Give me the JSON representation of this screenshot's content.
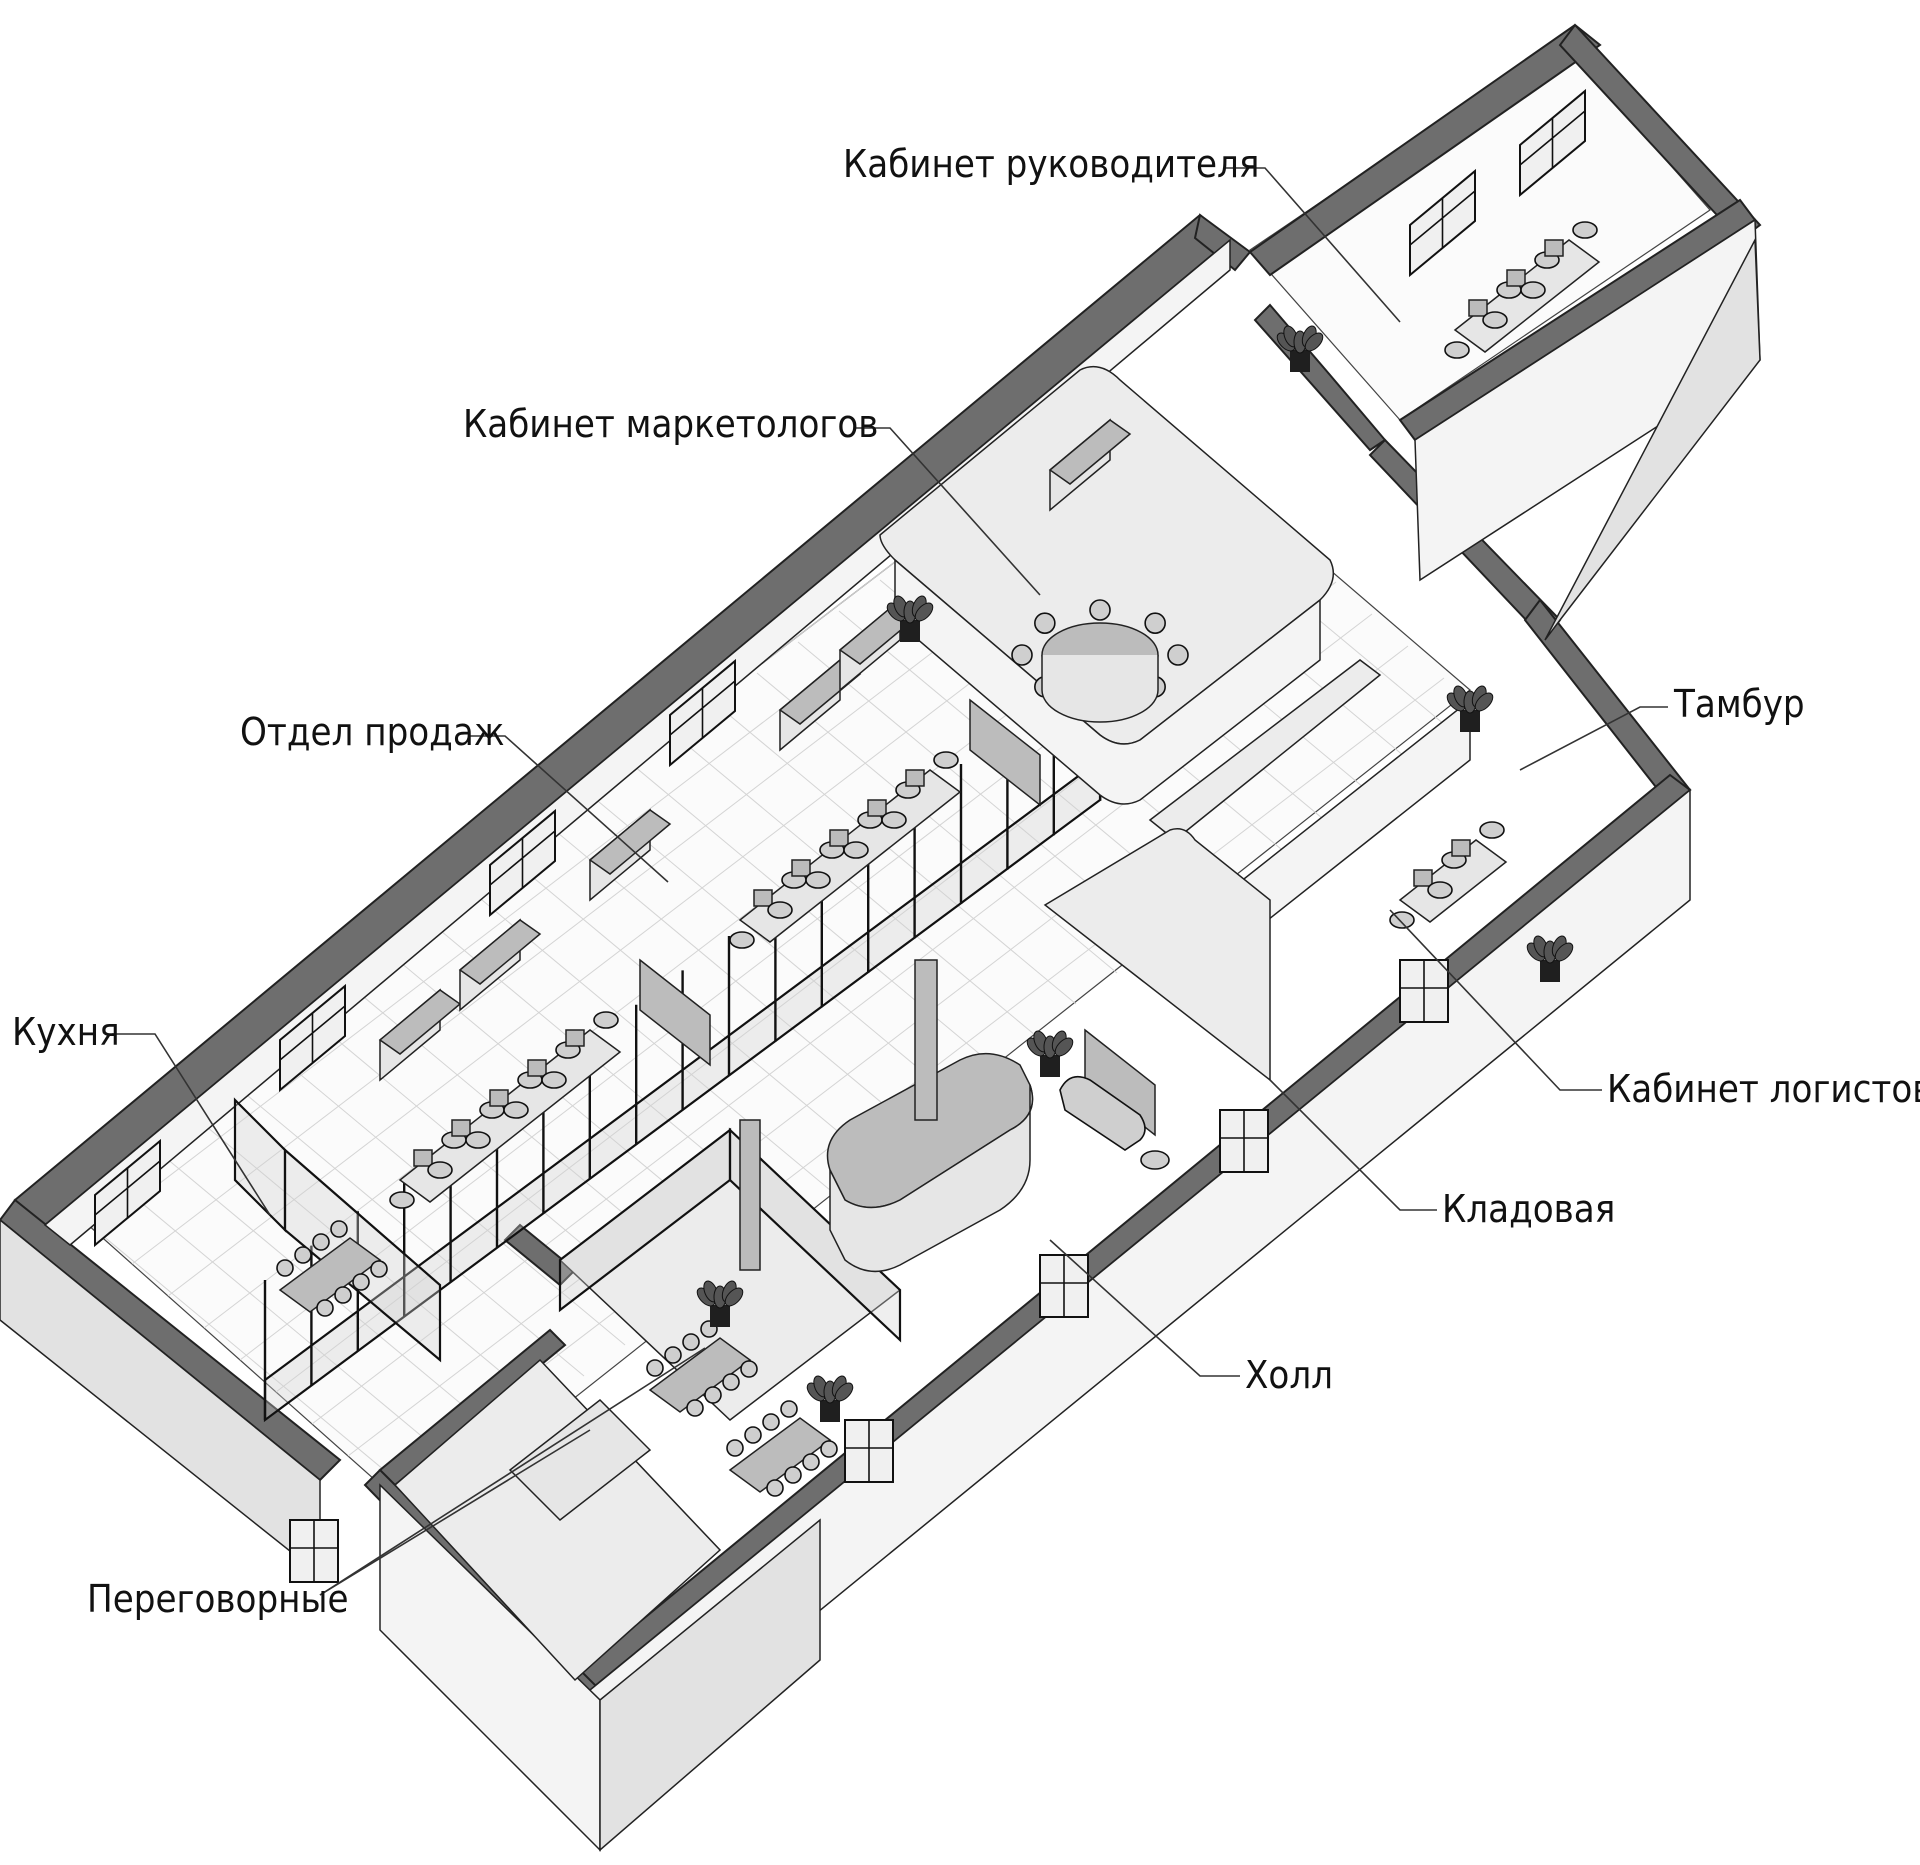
{
  "labels": {
    "ceo_office": "Кабинет руководителя",
    "marketing_office": "Кабинет маркетологов",
    "sales_department": "Отдел продаж",
    "vestibule": "Тамбур",
    "kitchen": "Кухня",
    "logistics_office": "Кабинет логистов",
    "storage_room": "Кладовая",
    "hall": "Холл",
    "meeting_rooms": "Переговорные"
  },
  "colors": {
    "wall_cap": "#6e6e6e",
    "line": "#222222",
    "floor": "#fbfbfb",
    "background": "#ffffff"
  }
}
